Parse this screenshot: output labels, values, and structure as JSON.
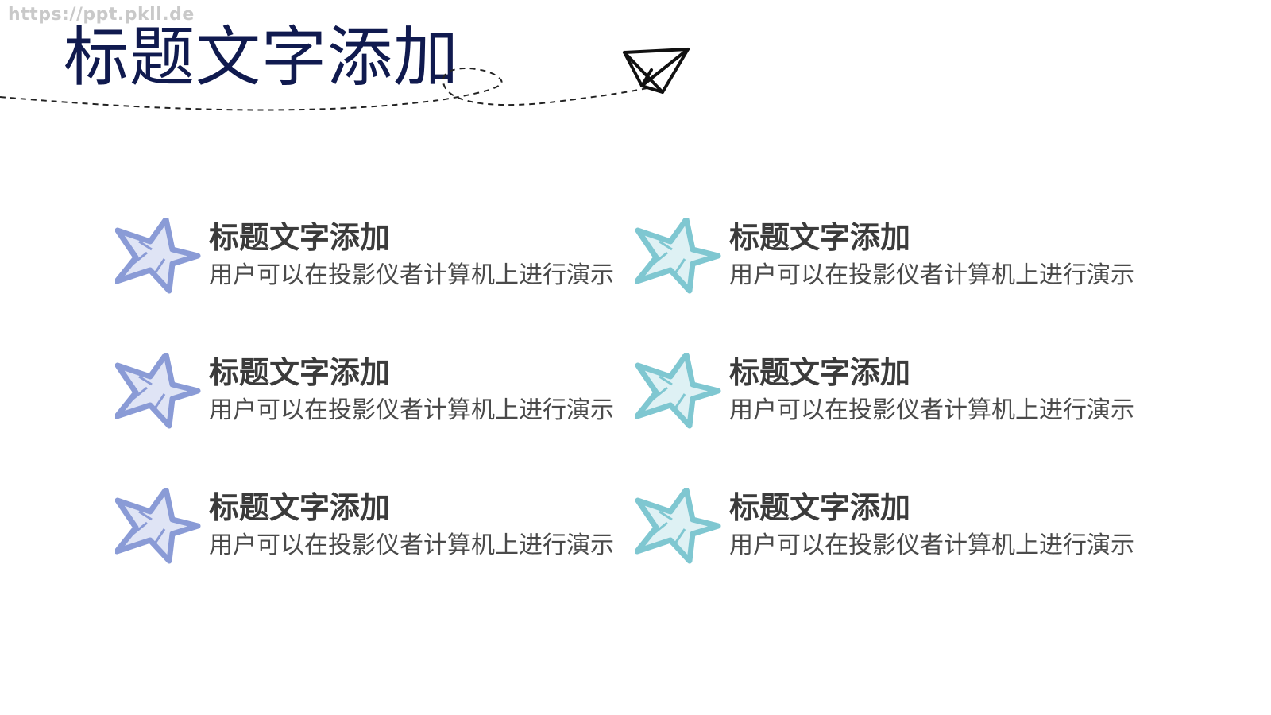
{
  "watermark": "https://ppt.pkll.de",
  "title": "标题文字添加",
  "colors": {
    "title": "#101a4f",
    "star_left": "#8a9bd6",
    "star_right": "#7fc7d1",
    "item_text": "#3b3b3b"
  },
  "icons": {
    "plane": "paper-plane-icon",
    "star": "star-icon"
  },
  "items": [
    {
      "title": "标题文字添加",
      "desc": "用户可以在投影仪者计算机上进行演示"
    },
    {
      "title": "标题文字添加",
      "desc": "用户可以在投影仪者计算机上进行演示"
    },
    {
      "title": "标题文字添加",
      "desc": "用户可以在投影仪者计算机上进行演示"
    },
    {
      "title": "标题文字添加",
      "desc": "用户可以在投影仪者计算机上进行演示"
    },
    {
      "title": "标题文字添加",
      "desc": "用户可以在投影仪者计算机上进行演示"
    },
    {
      "title": "标题文字添加",
      "desc": "用户可以在投影仪者计算机上进行演示"
    }
  ]
}
